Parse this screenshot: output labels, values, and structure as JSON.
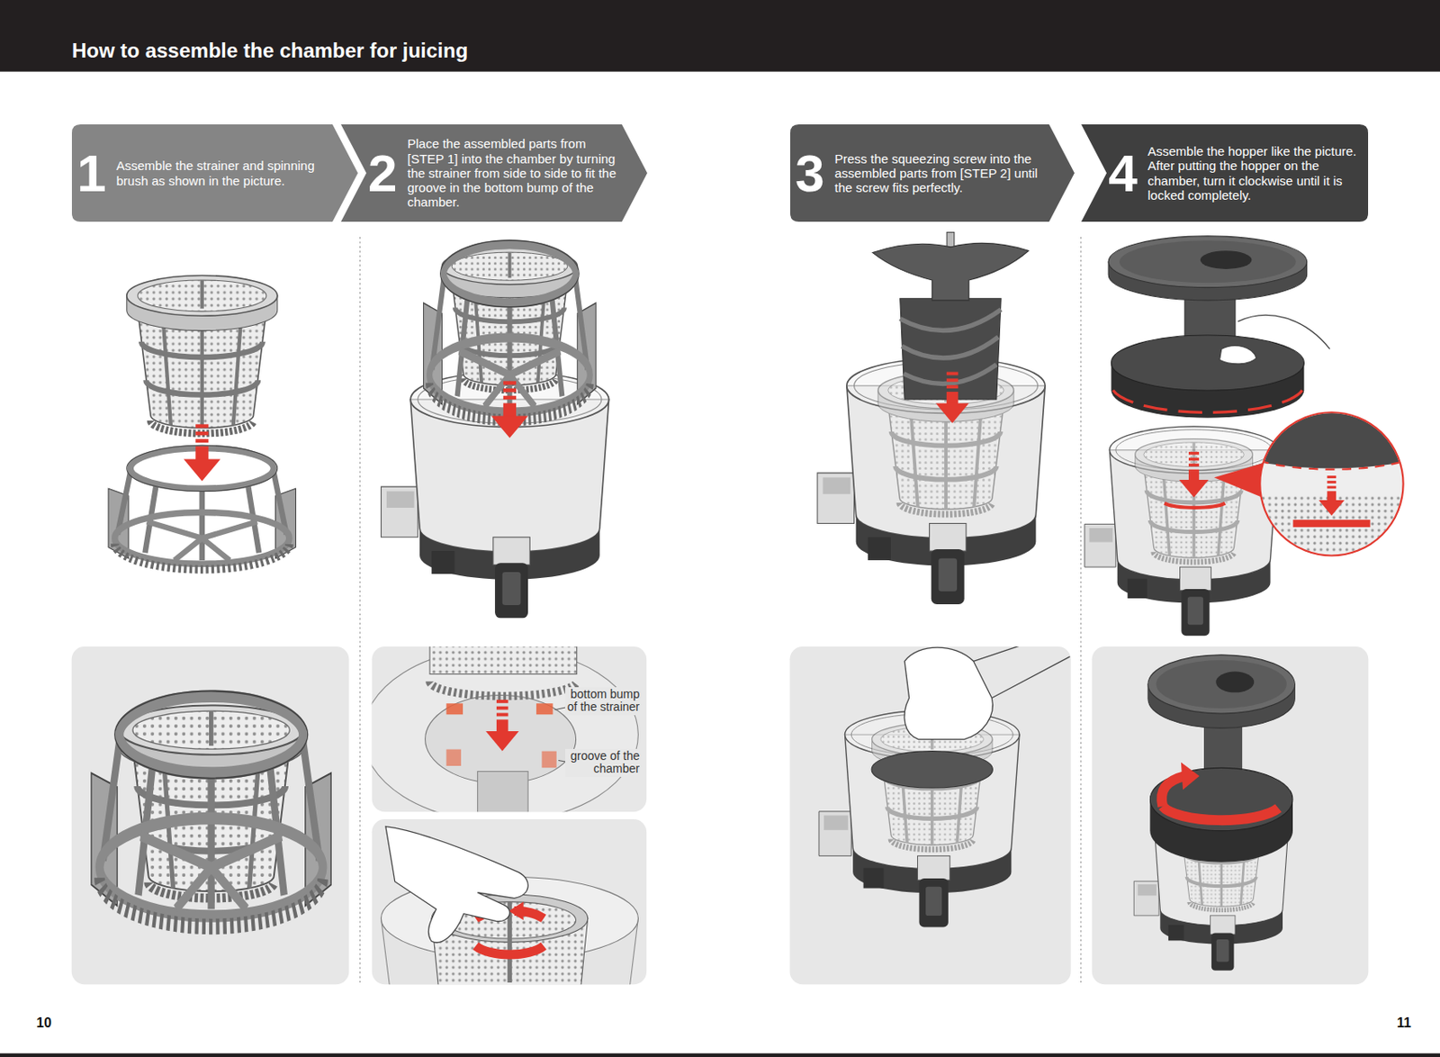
{
  "diagram": {
    "title": "How to assemble the chamber for juicing",
    "nodes": [
      {
        "text": [
          "1",
          "Assemble the strainer and spinning brush as shown in the picture."
        ]
      },
      {
        "text": [
          "2",
          "Place the assembled parts from [STEP 1] into the chamber by turning the strainer from side to side to fit the groove in the bottom bump of the chamber."
        ]
      },
      {
        "text": [
          "3",
          "Press the squeezing screw into the assembled parts from [STEP 2] until the screw fits perfectly."
        ]
      },
      {
        "text": [
          "4",
          "Assemble the hopper like the picture. After putting the hopper on the chamber, turn it clockwise until it is locked completely."
        ]
      }
    ],
    "labels": [
      "bottom bump of the strainer",
      "groove of the chamber",
      "10",
      "11"
    ]
  }
}
